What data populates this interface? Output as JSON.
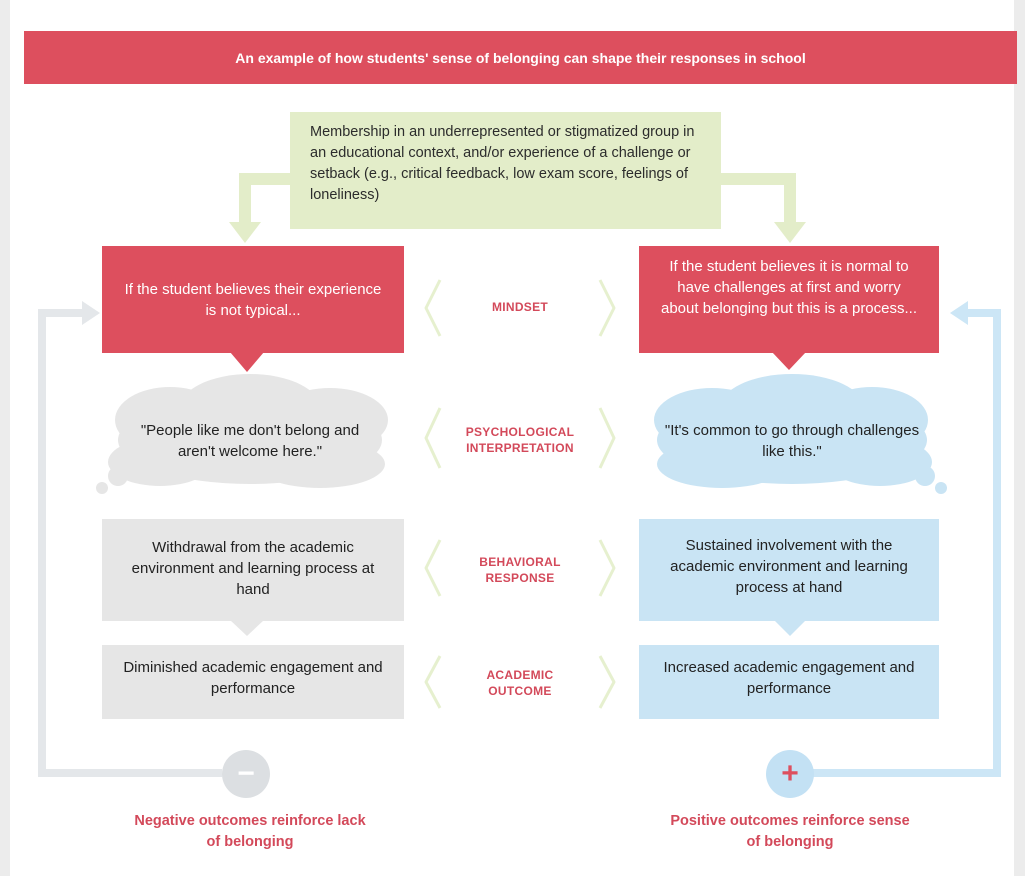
{
  "title": "An example of how students' sense of belonging can shape their responses in school",
  "context": "Membership in an underrepresented or stigmatized group in an educational context, and/or experience of a challenge or setback (e.g., critical feedback, low exam score, feelings of loneliness)",
  "stages": [
    "MINDSET",
    "PSYCHOLOGICAL INTERPRETATION",
    "BEHAVIORAL RESPONSE",
    "ACADEMIC OUTCOME"
  ],
  "negative_path": {
    "mindset": "If the student believes their experience is not typical...",
    "interpretation": "\"People like me don't belong and aren't welcome here.\"",
    "behavior": "Withdrawal from the academic environment and learning process at hand",
    "outcome": "Diminished academic engagement and performance",
    "sign": "−",
    "result": "Negative outcomes reinforce lack of belonging"
  },
  "positive_path": {
    "mindset": "If the student believes it is normal to have challenges at first and worry about belonging but this is a process...",
    "interpretation": "\"It's common to go through challenges like this.\"",
    "behavior": "Sustained involvement with the academic environment and learning process at hand",
    "outcome": "Increased academic engagement and performance",
    "sign": "+",
    "result": "Positive outcomes reinforce sense of belonging"
  },
  "colors": {
    "accent_red": "#dd4f5e",
    "context_green": "#e3edc9",
    "negative_grey": "#e6e6e6",
    "positive_blue": "#c9e4f4",
    "loop_grey": "#e4e7ea",
    "loop_blue": "#cce6f6"
  }
}
